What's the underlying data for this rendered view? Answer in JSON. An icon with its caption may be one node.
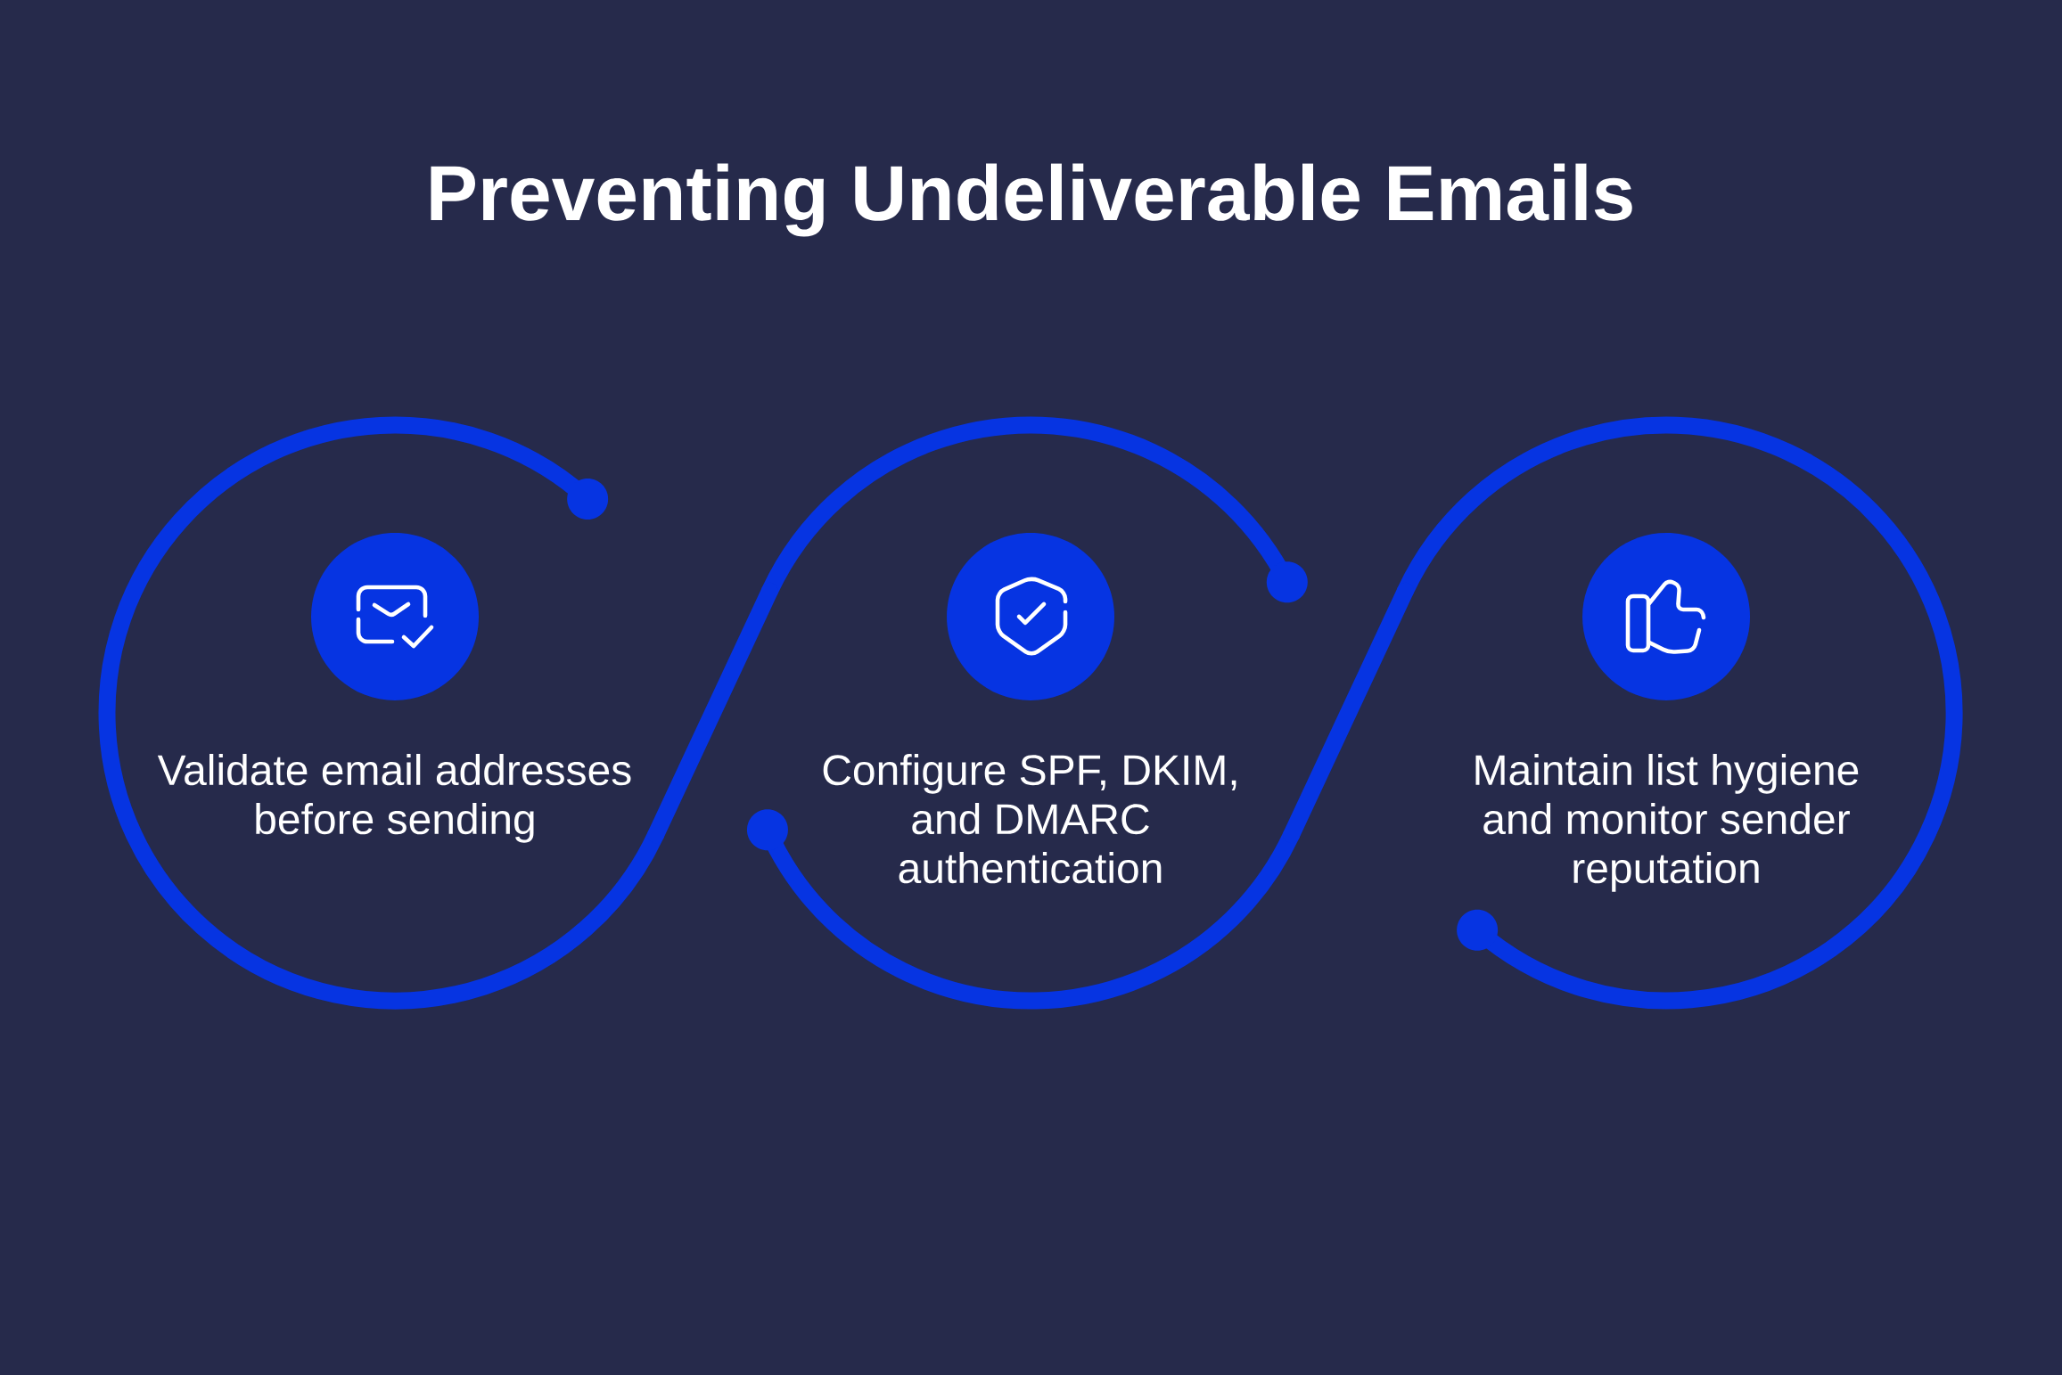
{
  "diagram": {
    "title": "Preventing Undeliverable Emails",
    "nodes": [
      {
        "text": [
          "Validate email addresses before sending"
        ]
      },
      {
        "text": [
          "Configure SPF, DKIM, and DMARC authentication"
        ]
      },
      {
        "text": [
          "Maintain list hygiene and monitor sender reputation"
        ]
      }
    ],
    "edges": [
      {
        "from": 0,
        "to": 1,
        "arrow": "none"
      },
      {
        "from": 1,
        "to": 2,
        "arrow": "none"
      }
    ]
  }
}
